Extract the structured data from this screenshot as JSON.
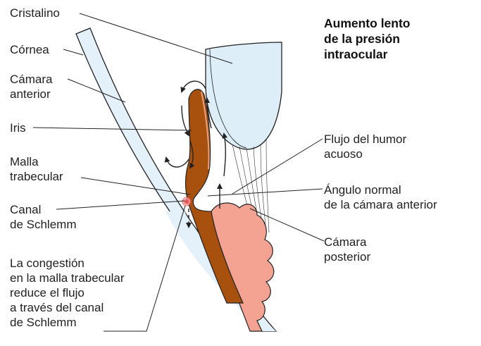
{
  "title": [
    "Aumento lento",
    "de la presión",
    "intraocular"
  ],
  "labels": {
    "cristalino": "Cristalino",
    "cornea": "Córnea",
    "camara_anterior": [
      "Cámara",
      "anterior"
    ],
    "iris": "Iris",
    "malla_trabecular": [
      "Malla",
      "trabecular"
    ],
    "canal_schlemm": [
      "Canal",
      "de Schlemm"
    ],
    "congestion": [
      "La congestión",
      "en la malla trabecular",
      "reduce el flujo",
      "a través del canal",
      "de Schlemm"
    ],
    "flujo_humor": [
      "Flujo del humor",
      "acuoso"
    ],
    "angulo_normal": [
      "Ángulo normal",
      "de la cámara anterior"
    ],
    "camara_posterior": [
      "Cámara",
      "posterior"
    ]
  },
  "colors": {
    "cornea": "#e4f1fa",
    "lens": "#ddeef8",
    "iris": "#a8510f",
    "ciliary": "#f4a393",
    "schlemm": "#e23a3a",
    "line": "#222222"
  }
}
